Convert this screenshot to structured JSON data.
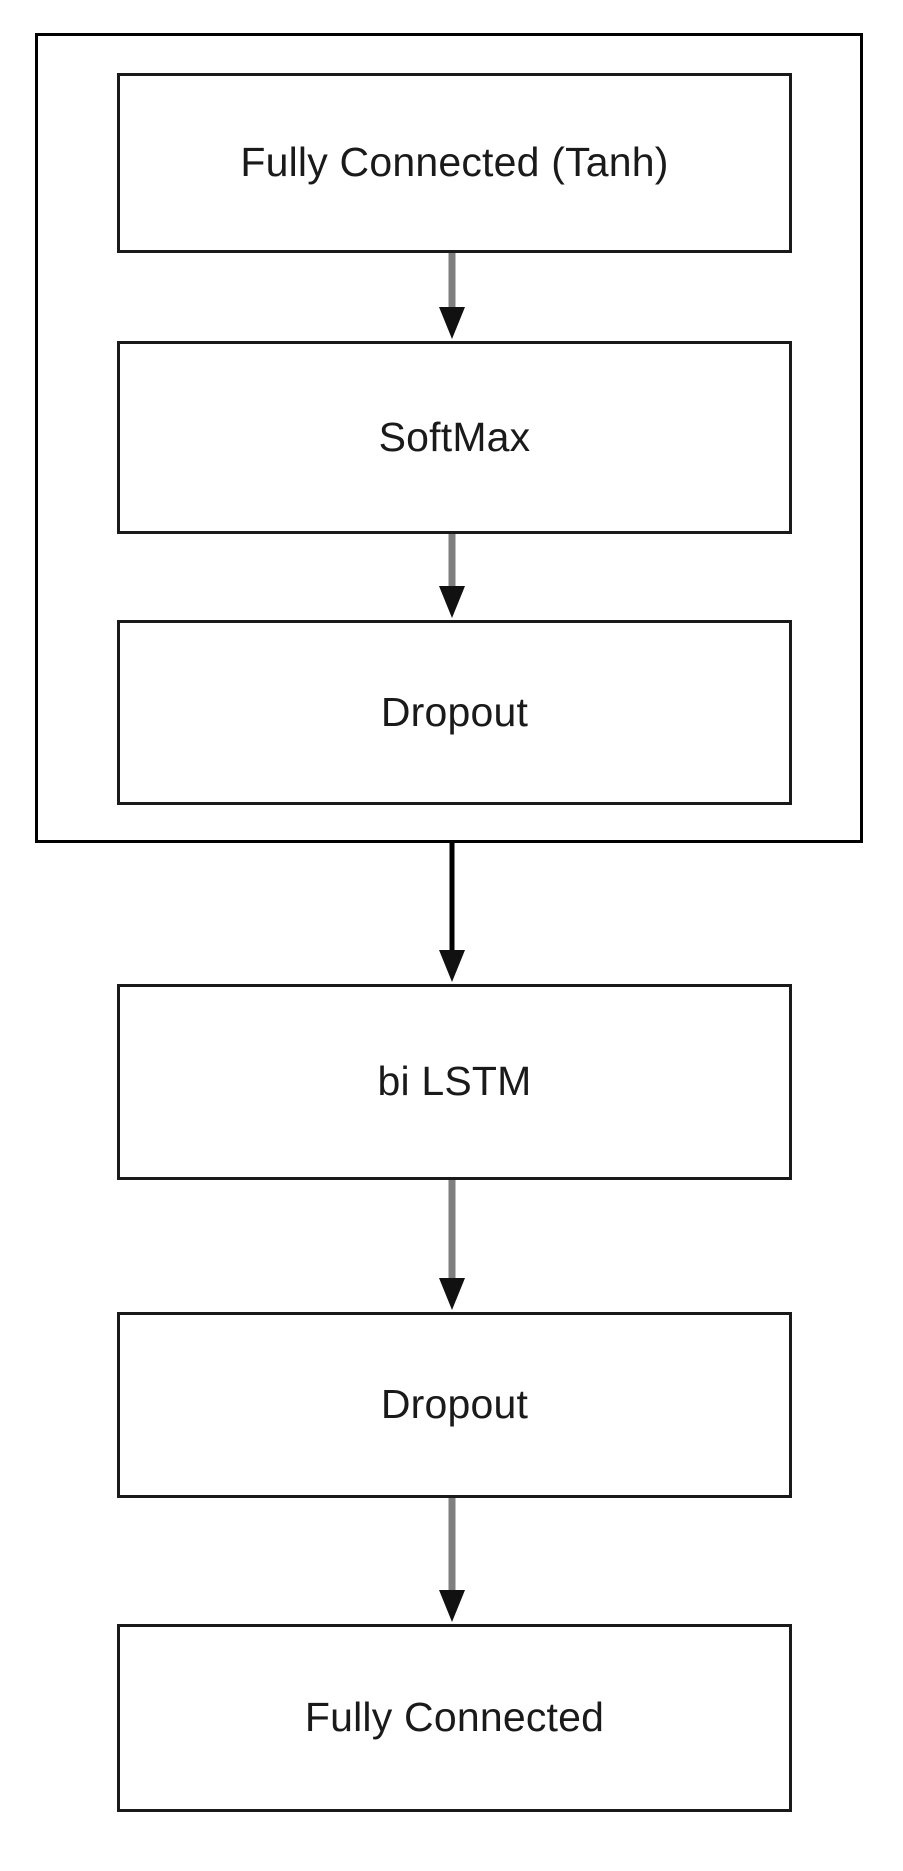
{
  "diagram": {
    "title": "Neural network layer stack flowchart",
    "type": "flowchart",
    "orientation": "top-to-bottom",
    "colors": {
      "background": "#ffffff",
      "node_border": "#1a1a1a",
      "node_fill": "#ffffff",
      "group_border": "#000000",
      "connector_gray": "#7f7f7f",
      "connector_black": "#000000",
      "text": "#1a1a1a"
    },
    "group": {
      "name": "outer-group",
      "label": ""
    },
    "nodes": [
      {
        "id": "fc-tanh",
        "label": "Fully Connected (Tanh)",
        "group": "outer-group"
      },
      {
        "id": "softmax",
        "label": "SoftMax",
        "group": "outer-group"
      },
      {
        "id": "dropout-1",
        "label": "Dropout",
        "group": "outer-group"
      },
      {
        "id": "bi-lstm",
        "label": "bi LSTM",
        "group": ""
      },
      {
        "id": "dropout-2",
        "label": "Dropout",
        "group": ""
      },
      {
        "id": "fc",
        "label": "Fully Connected",
        "group": ""
      }
    ],
    "edges": [
      {
        "from": "fc-tanh",
        "to": "softmax",
        "style": "gray-arrow"
      },
      {
        "from": "softmax",
        "to": "dropout-1",
        "style": "gray-arrow"
      },
      {
        "from": "dropout-1",
        "to": "bi-lstm",
        "style": "black-arrow"
      },
      {
        "from": "bi-lstm",
        "to": "dropout-2",
        "style": "gray-arrow"
      },
      {
        "from": "dropout-2",
        "to": "fc",
        "style": "gray-arrow"
      }
    ]
  }
}
